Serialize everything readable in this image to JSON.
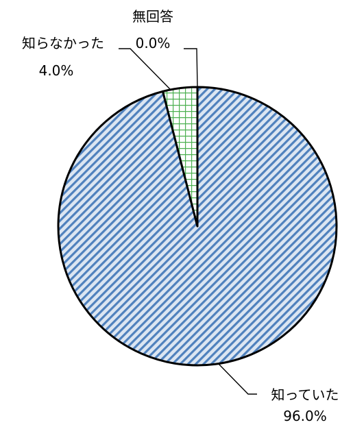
{
  "chart_data": {
    "type": "pie",
    "start_angle_deg": 0,
    "direction": "clockwise",
    "slices": [
      {
        "label": "知っていた",
        "value": 96.0,
        "value_label": "96.0%",
        "pattern": "diagonal-stripes",
        "color": "#4f81bd",
        "fill_bg": "#dce6f2"
      },
      {
        "label": "知らなかった",
        "value": 4.0,
        "value_label": "4.0%",
        "pattern": "grid",
        "color": "#4cb050",
        "fill_bg": "#ffffff"
      },
      {
        "label": "無回答",
        "value": 0.0,
        "value_label": "0.0%",
        "pattern": "none",
        "color": "#ffffff",
        "fill_bg": "#ffffff"
      }
    ],
    "outline_color": "#000000",
    "title": "",
    "legend": "none"
  }
}
